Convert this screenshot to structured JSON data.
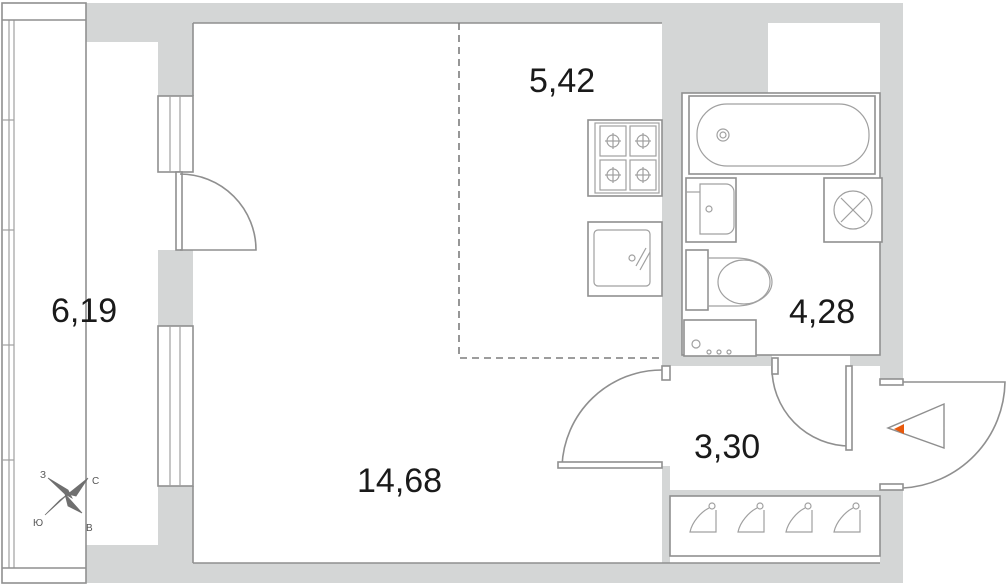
{
  "plan": {
    "rooms": [
      {
        "id": "loggia",
        "area": "6,19"
      },
      {
        "id": "living-room",
        "area": "14,68"
      },
      {
        "id": "kitchen",
        "area": "5,42"
      },
      {
        "id": "bathroom",
        "area": "4,28"
      },
      {
        "id": "hallway",
        "area": "3,30"
      }
    ],
    "compass": {
      "north": "С",
      "east": "В",
      "south": "Ю",
      "west": "З"
    },
    "colors": {
      "wall": "#d4d6d6",
      "line": "#8f8f8f",
      "entrance_marker": "#e8590c"
    }
  }
}
